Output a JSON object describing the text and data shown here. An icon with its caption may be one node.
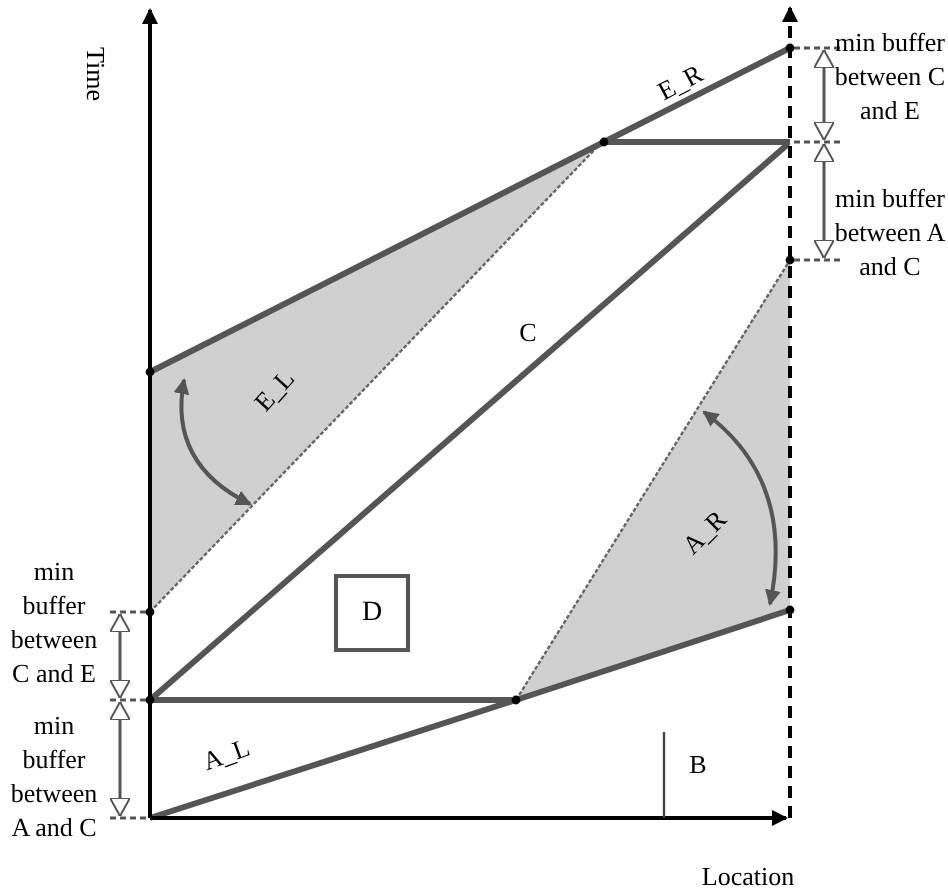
{
  "diagram": {
    "nodes": [
      {
        "text": [
          "D"
        ]
      }
    ],
    "edges": [],
    "labels": [
      "Time",
      "Location",
      "E_R",
      "C",
      "E_L",
      "A_R",
      "A_L",
      "B",
      "min buffer between C and E",
      "min buffer between A and C",
      "min buffer between C and E",
      "min buffer between A and C"
    ]
  }
}
